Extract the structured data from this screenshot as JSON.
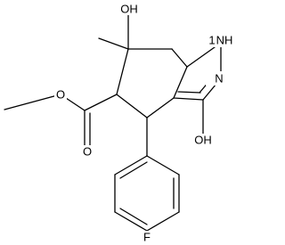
{
  "molecule": {
    "atom_labels": {
      "oh_top": "OH",
      "nh": "NH",
      "h_of_nh": "1",
      "n_imine": "N",
      "oh_bottom": "OH",
      "ester_o_single": "O",
      "ester_o_double": "O",
      "fluorine": "F"
    }
  }
}
